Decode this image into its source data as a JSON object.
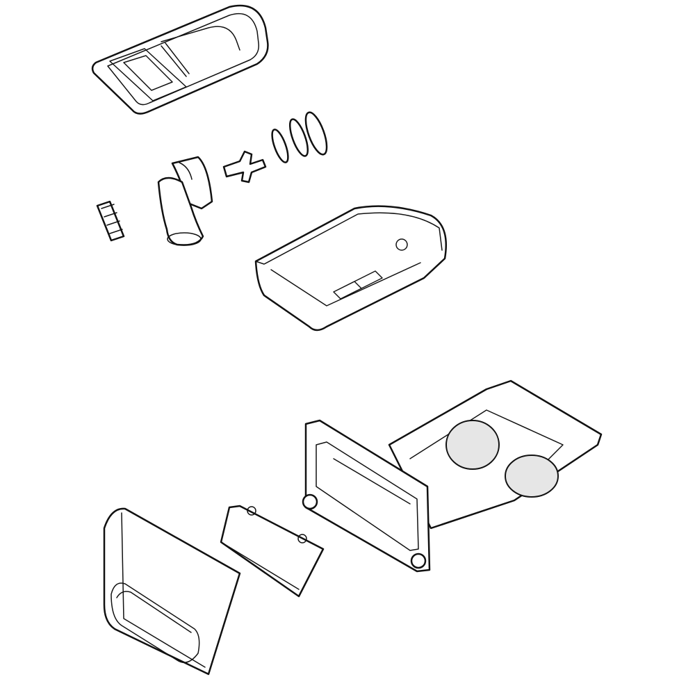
{
  "diagram": {
    "type": "exploded-parts-view",
    "background": "#ffffff",
    "line_color": "#111111",
    "parts": [
      {
        "id": "dispenser-cap"
      },
      {
        "id": "small-seal"
      },
      {
        "id": "elbow-hose"
      },
      {
        "id": "valve-connector"
      },
      {
        "id": "gasket-small"
      },
      {
        "id": "gasket-ring"
      },
      {
        "id": "gasket-large"
      },
      {
        "id": "dispenser-cup"
      },
      {
        "id": "drawer-housing"
      },
      {
        "id": "drawer-front-panel"
      },
      {
        "id": "handle-insert"
      }
    ]
  }
}
